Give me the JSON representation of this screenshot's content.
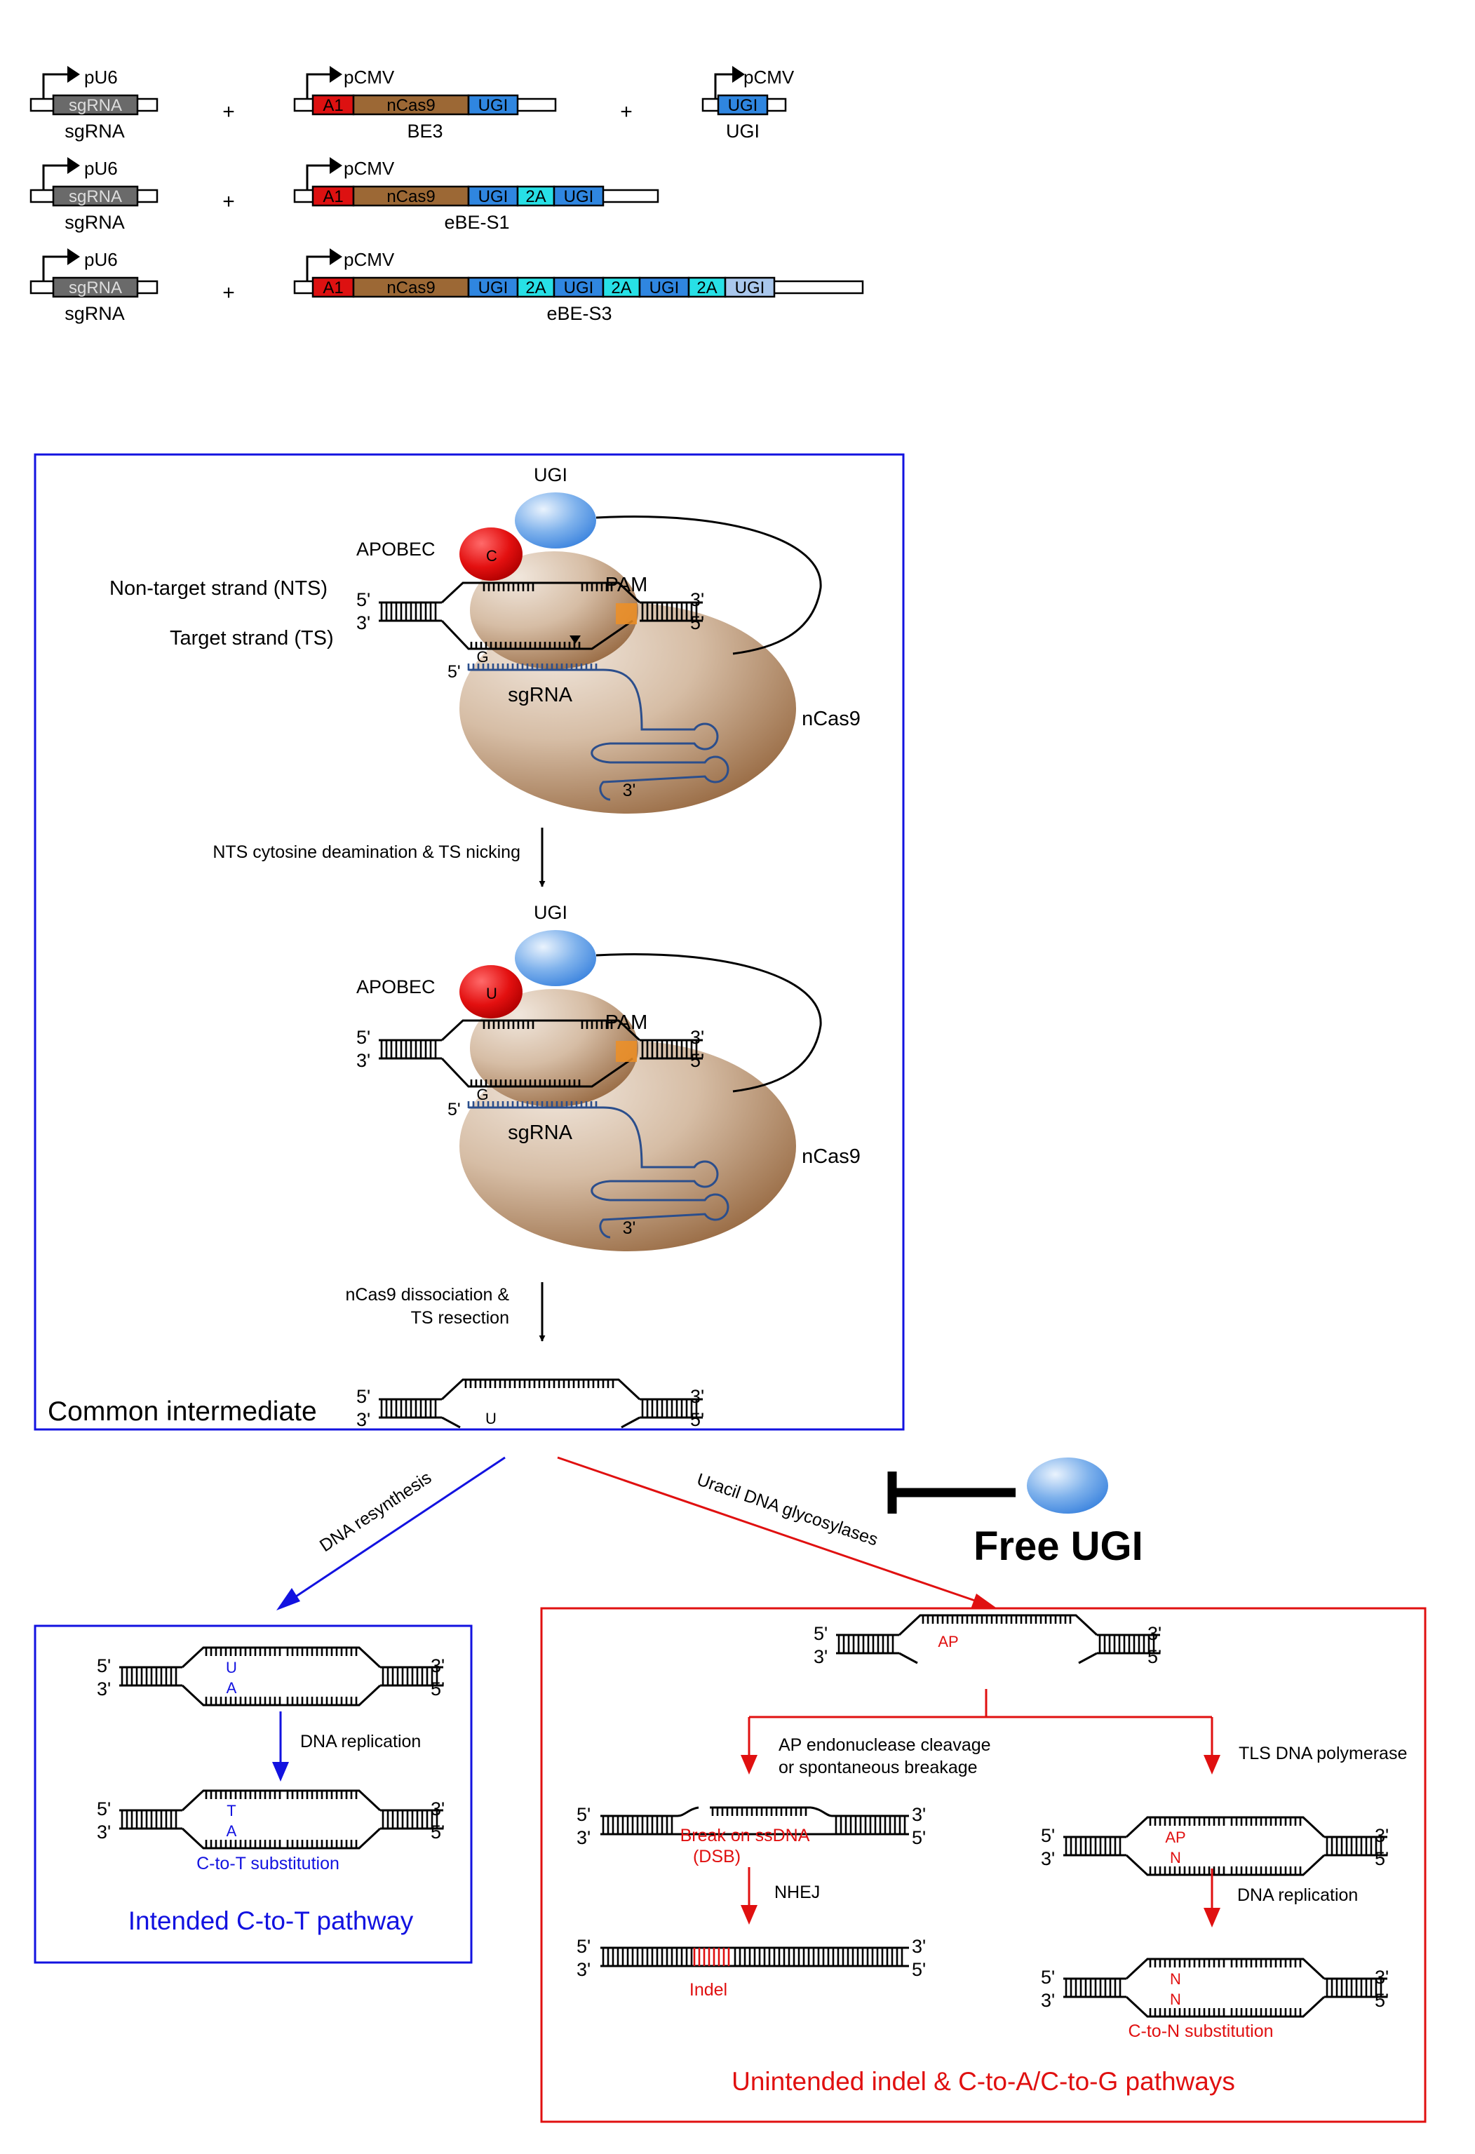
{
  "colors": {
    "blue": "#1212e0",
    "red": "#e01010",
    "black": "#000000",
    "rna": "#2b4e8c",
    "a1": "#dd1111",
    "ncas9": "#9c6835",
    "ugi": "#2f86e0",
    "p2a": "#27e0e6",
    "ugi_light": "#a9c7ec",
    "sgrna": "#6a6a6a",
    "pam": "#ee8f24",
    "cas9_light": "#ecdfd4",
    "cas9_dark": "#8e5d33"
  },
  "constructs": {
    "rows": [
      {
        "sgrna": {
          "promoter": "pU6",
          "box": "sgRNA",
          "name": "sgRNA"
        },
        "plus1": "+",
        "editor": {
          "promoter": "pCMV",
          "segments": [
            "A1",
            "nCas9",
            "UGI"
          ],
          "name": "BE3"
        },
        "plus2": "+",
        "extra": {
          "promoter": "pCMV",
          "box": "UGI",
          "name": "UGI"
        }
      },
      {
        "sgrna": {
          "promoter": "pU6",
          "box": "sgRNA",
          "name": "sgRNA"
        },
        "plus1": "+",
        "editor": {
          "promoter": "pCMV",
          "segments": [
            "A1",
            "nCas9",
            "UGI",
            "2A",
            "UGI"
          ],
          "name": "eBE-S1"
        }
      },
      {
        "sgrna": {
          "promoter": "pU6",
          "box": "sgRNA",
          "name": "sgRNA"
        },
        "plus1": "+",
        "editor": {
          "promoter": "pCMV",
          "segments": [
            "A1",
            "nCas9",
            "UGI",
            "2A",
            "UGI",
            "2A",
            "UGI",
            "2A",
            "UGI"
          ],
          "name": "eBE-S3"
        }
      }
    ]
  },
  "mechanism": {
    "complex1": {
      "ugi": "UGI",
      "apobec": "APOBEC",
      "base": "C",
      "nts_label": "Non-target strand (NTS)",
      "ts_label": "Target strand (TS)",
      "pam": "PAM",
      "p5_left": "5'",
      "p3_left": "3'",
      "p3_right": "3'",
      "p5_right": "5'",
      "g_base": "G",
      "sg5": "5'",
      "sgrna": "sgRNA",
      "ncas9": "nCas9",
      "rna3": "3'"
    },
    "step1": "NTS cytosine deamination & TS nicking",
    "complex2": {
      "ugi": "UGI",
      "apobec": "APOBEC",
      "base": "U",
      "pam": "PAM",
      "p5_left": "5'",
      "p3_left": "3'",
      "p3_right": "3'",
      "p5_right": "5'",
      "g_base": "G",
      "sg5": "5'",
      "sgrna": "sgRNA",
      "ncas9": "nCas9",
      "rna3": "3'"
    },
    "step2_line1": "nCas9 dissociation &",
    "step2_line2": "TS resection",
    "common_label": "Common intermediate",
    "common": {
      "p5_left": "5'",
      "p3_left": "3'",
      "p3_right": "3'",
      "p5_right": "5'",
      "base": "U"
    }
  },
  "branches": {
    "dna_resynthesis": "DNA resynthesis",
    "udg": "Uracil DNA glycosylases",
    "free_ugi": "Free UGI"
  },
  "intended": {
    "top": {
      "p5_left": "5'",
      "p3_left": "3'",
      "p3_right": "3'",
      "p5_right": "5'",
      "top_base": "U",
      "bot_base": "A"
    },
    "step": "DNA replication",
    "bottom": {
      "p5_left": "5'",
      "p3_left": "3'",
      "p3_right": "3'",
      "p5_right": "5'",
      "top_base": "T",
      "bot_base": "A"
    },
    "result": "C-to-T substitution",
    "title": "Intended C-to-T pathway"
  },
  "unintended": {
    "top": {
      "p5_left": "5'",
      "p3_left": "3'",
      "p3_right": "3'",
      "p5_right": "5'",
      "site": "AP"
    },
    "left_step_line1": "AP endonuclease cleavage",
    "left_step_line2": "or spontaneous breakage",
    "right_step": "TLS DNA polymerase",
    "break": {
      "p5_left": "5'",
      "p3_left": "3'",
      "p3_right": "3'",
      "p5_right": "5'",
      "line1": "Break on ssDNA",
      "line2": "(DSB)"
    },
    "nhej": "NHEJ",
    "indel": {
      "p5_left": "5'",
      "p3_left": "3'",
      "p3_right": "3'",
      "p5_right": "5'",
      "label": "Indel"
    },
    "tls": {
      "p5_left": "5'",
      "p3_left": "3'",
      "p3_right": "3'",
      "p5_right": "5'",
      "top_base": "AP",
      "bot_base": "N"
    },
    "replication": "DNA replication",
    "substitution": {
      "p5_left": "5'",
      "p3_left": "3'",
      "p3_right": "3'",
      "p5_right": "5'",
      "top_base": "N",
      "bot_base": "N"
    },
    "substitution_label": "C-to-N substitution",
    "title": "Unintended indel & C-to-A/C-to-G pathways"
  }
}
